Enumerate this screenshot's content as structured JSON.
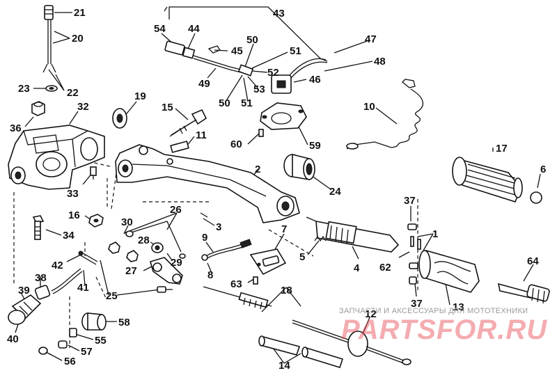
{
  "colors": {
    "ink": "#111111",
    "background": "#ffffff",
    "watermark_text": "#9a9a9a",
    "watermark_logo": "#e64650"
  },
  "callouts": [
    {
      "id": "label-21",
      "text": "21"
    },
    {
      "id": "label-20",
      "text": "20"
    },
    {
      "id": "label-22",
      "text": "22"
    },
    {
      "id": "label-23",
      "text": "23"
    },
    {
      "id": "label-36",
      "text": "36"
    },
    {
      "id": "label-32",
      "text": "32"
    },
    {
      "id": "label-19",
      "text": "19"
    },
    {
      "id": "label-15",
      "text": "15"
    },
    {
      "id": "label-11",
      "text": "11"
    },
    {
      "id": "label-33",
      "text": "33"
    },
    {
      "id": "label-16",
      "text": "16"
    },
    {
      "id": "label-34",
      "text": "34"
    },
    {
      "id": "label-43",
      "text": "43"
    },
    {
      "id": "label-54",
      "text": "54"
    },
    {
      "id": "label-44",
      "text": "44"
    },
    {
      "id": "label-50a",
      "text": "50"
    },
    {
      "id": "label-45",
      "text": "45"
    },
    {
      "id": "label-51a",
      "text": "51"
    },
    {
      "id": "label-47",
      "text": "47"
    },
    {
      "id": "label-48",
      "text": "48"
    },
    {
      "id": "label-52",
      "text": "52"
    },
    {
      "id": "label-46",
      "text": "46"
    },
    {
      "id": "label-49",
      "text": "49"
    },
    {
      "id": "label-53",
      "text": "53"
    },
    {
      "id": "label-50b",
      "text": "50"
    },
    {
      "id": "label-51b",
      "text": "51"
    },
    {
      "id": "label-10",
      "text": "10"
    },
    {
      "id": "label-60",
      "text": "60"
    },
    {
      "id": "label-59",
      "text": "59"
    },
    {
      "id": "label-2",
      "text": "2"
    },
    {
      "id": "label-24",
      "text": "24"
    },
    {
      "id": "label-17",
      "text": "17"
    },
    {
      "id": "label-6",
      "text": "6"
    },
    {
      "id": "label-26",
      "text": "26"
    },
    {
      "id": "label-3",
      "text": "3"
    },
    {
      "id": "label-30",
      "text": "30"
    },
    {
      "id": "label-37a",
      "text": "37"
    },
    {
      "id": "label-1",
      "text": "1"
    },
    {
      "id": "label-28",
      "text": "28"
    },
    {
      "id": "label-9",
      "text": "9"
    },
    {
      "id": "label-7",
      "text": "7"
    },
    {
      "id": "label-42",
      "text": "42"
    },
    {
      "id": "label-27",
      "text": "27"
    },
    {
      "id": "label-29",
      "text": "29"
    },
    {
      "id": "label-8",
      "text": "8"
    },
    {
      "id": "label-5",
      "text": "5"
    },
    {
      "id": "label-62",
      "text": "62"
    },
    {
      "id": "label-4",
      "text": "4"
    },
    {
      "id": "label-64",
      "text": "64"
    },
    {
      "id": "label-38",
      "text": "38"
    },
    {
      "id": "label-41",
      "text": "41"
    },
    {
      "id": "label-39",
      "text": "39"
    },
    {
      "id": "label-63",
      "text": "63"
    },
    {
      "id": "label-18",
      "text": "18"
    },
    {
      "id": "label-25",
      "text": "25"
    },
    {
      "id": "label-37b",
      "text": "37"
    },
    {
      "id": "label-13",
      "text": "13"
    },
    {
      "id": "label-12",
      "text": "12"
    },
    {
      "id": "label-58",
      "text": "58"
    },
    {
      "id": "label-40",
      "text": "40"
    },
    {
      "id": "label-55",
      "text": "55"
    },
    {
      "id": "label-57",
      "text": "57"
    },
    {
      "id": "label-56",
      "text": "56"
    },
    {
      "id": "label-14",
      "text": "14"
    }
  ],
  "watermark": {
    "subtitle": "ЗАПЧАСТИ И АКСЕССУАРЫ ДЛЯ МОТОТЕХНИКИ",
    "logo": "PARTSFOR.RU"
  }
}
